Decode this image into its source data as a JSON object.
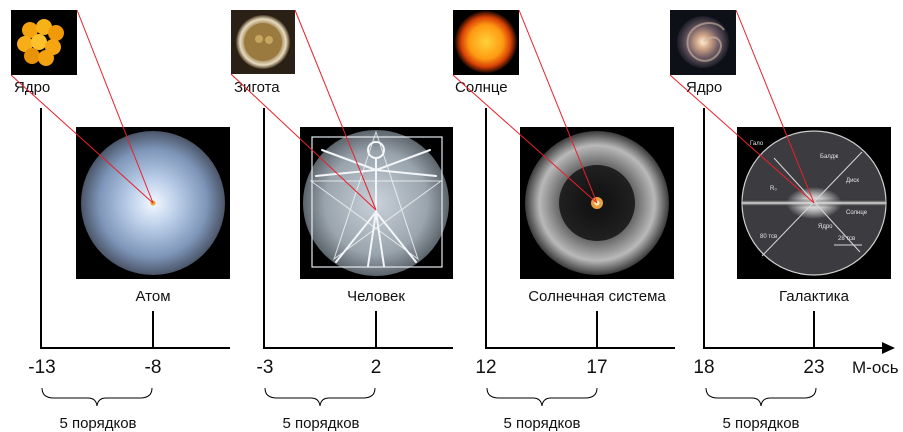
{
  "panels": [
    {
      "inset_label": "Ядро",
      "main_label": "Атом",
      "left_tick": "-13",
      "right_tick": "-8",
      "brace_label": "5 порядков"
    },
    {
      "inset_label": "Зигота",
      "main_label": "Человек",
      "left_tick": "-3",
      "right_tick": "2",
      "brace_label": "5 порядков"
    },
    {
      "inset_label": "Солнце",
      "main_label": "Солнечная система",
      "left_tick": "12",
      "right_tick": "17",
      "brace_label": "5 порядков"
    },
    {
      "inset_label": "Ядро",
      "main_label": "Галактика",
      "left_tick": "18",
      "right_tick": "23",
      "brace_label": "5 порядков"
    }
  ],
  "axis_label": "М-ось",
  "galaxy_annotations": [
    "Гало",
    "Балдж",
    "Диск",
    "Солнце",
    "Ядро",
    "80 тсв",
    "28 тсв",
    "R₀"
  ]
}
